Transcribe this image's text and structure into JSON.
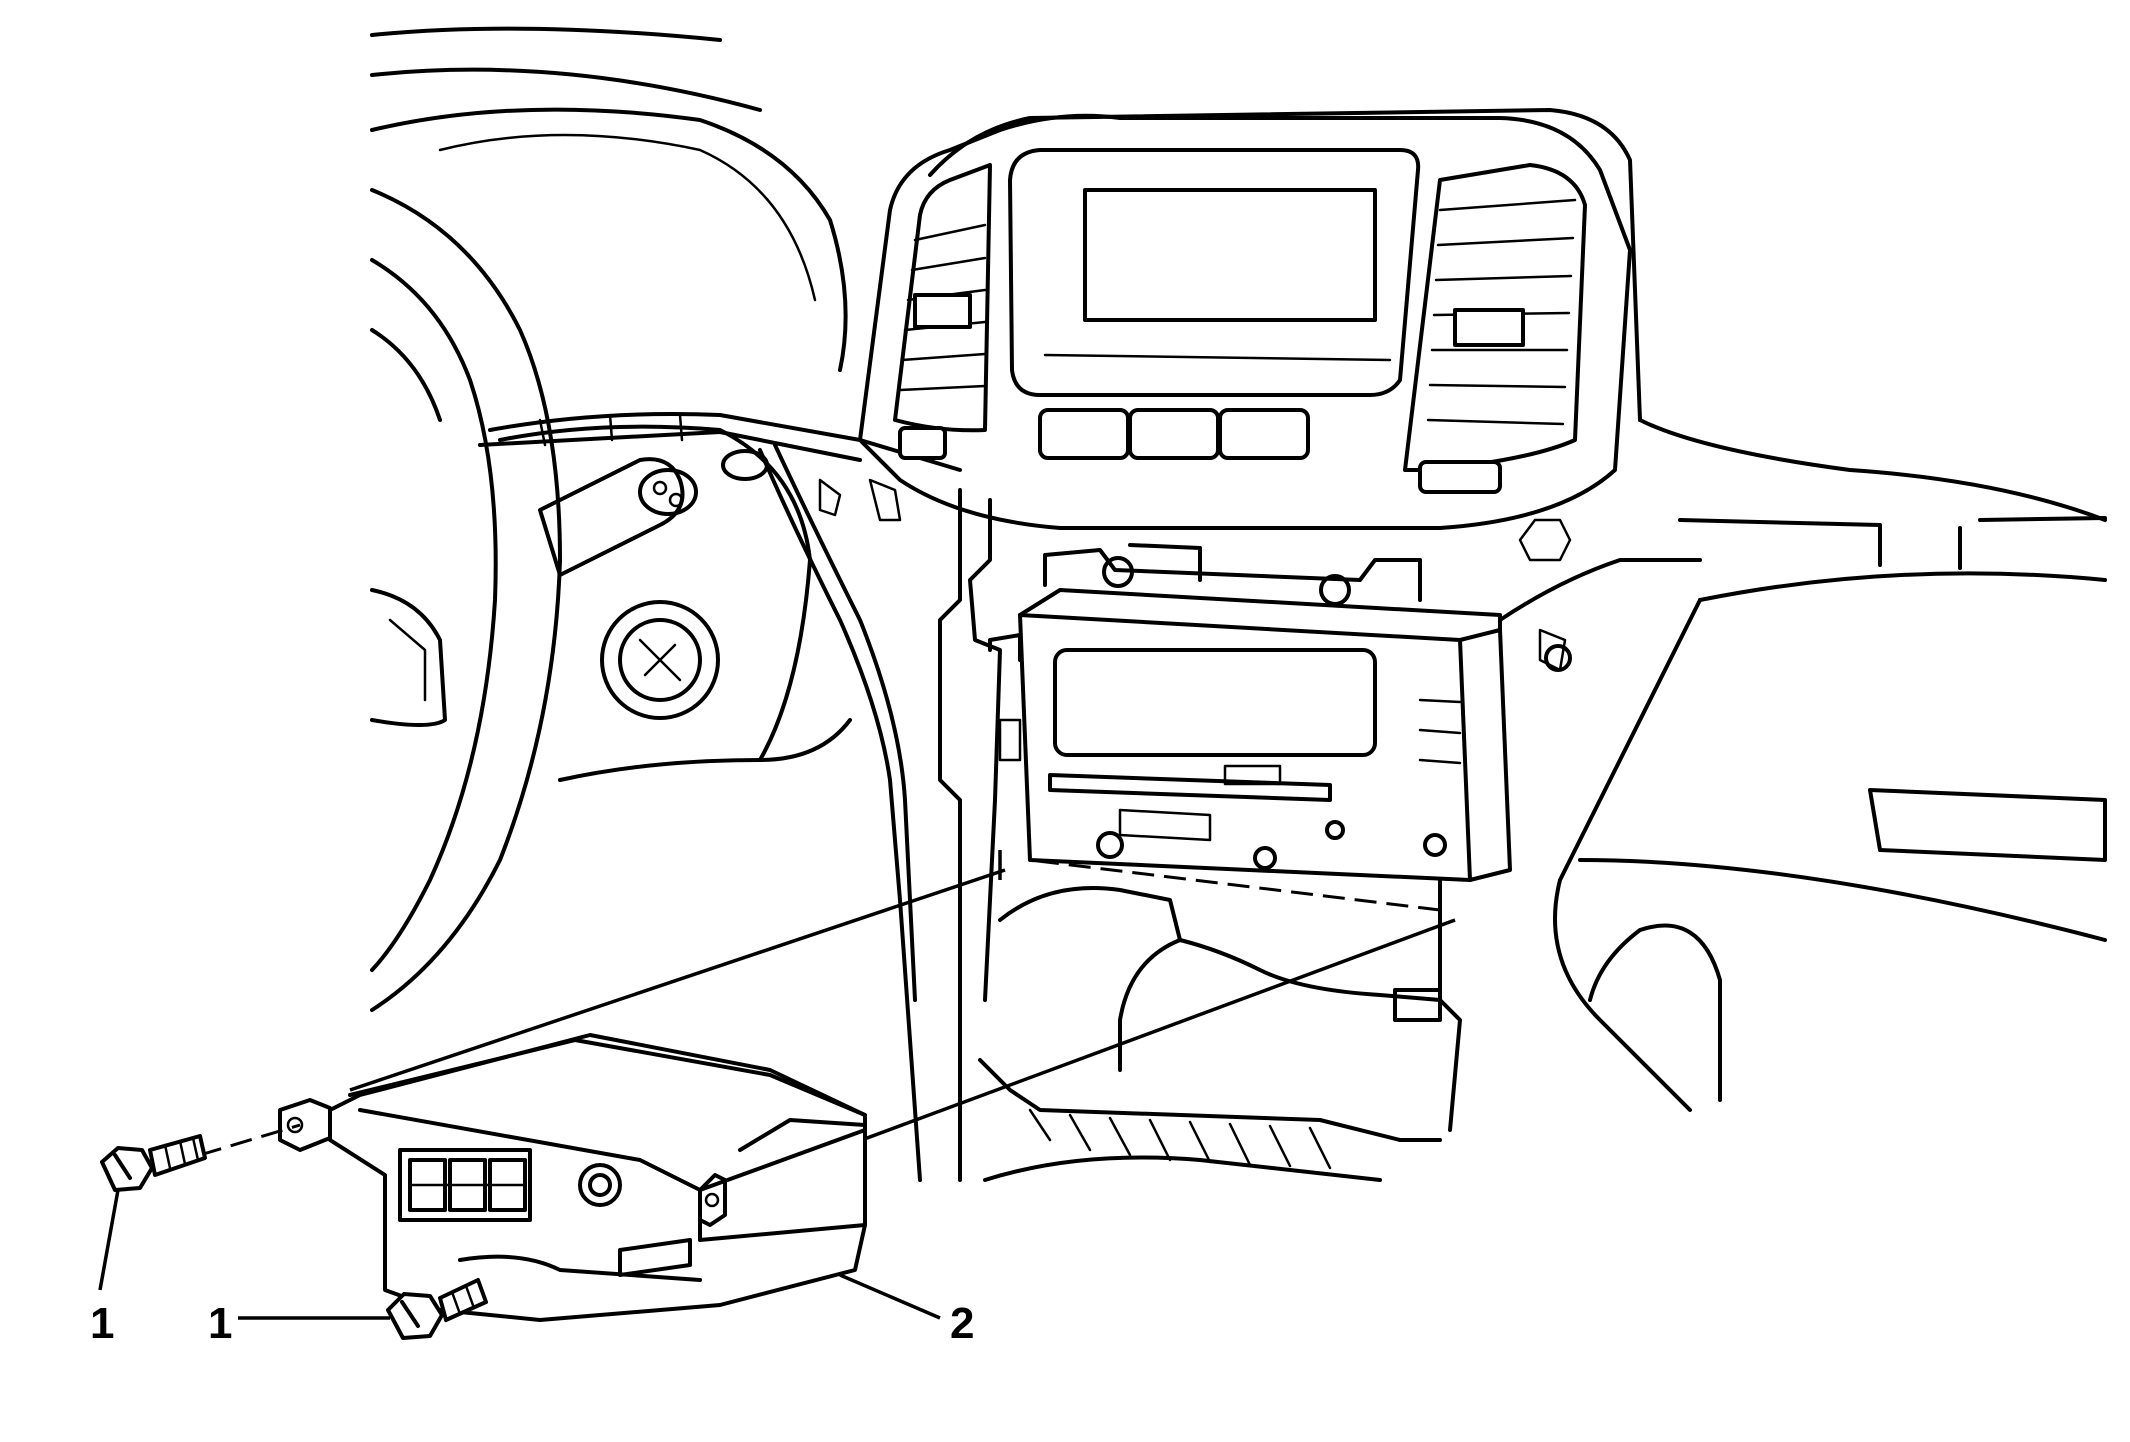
{
  "callouts": [
    {
      "id": "bolt-left",
      "text": "1"
    },
    {
      "id": "bolt-right",
      "text": "1"
    },
    {
      "id": "module",
      "text": "2"
    }
  ]
}
